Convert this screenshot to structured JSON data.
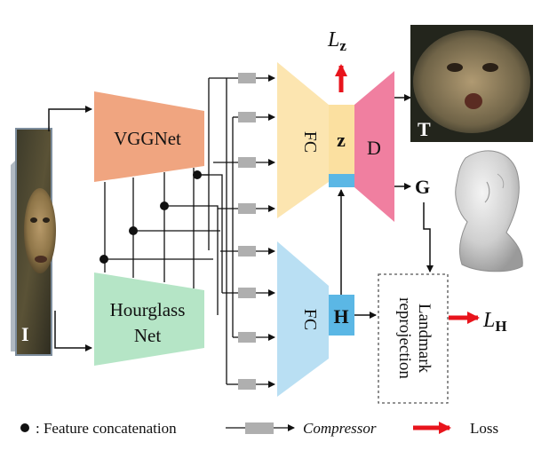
{
  "nodes": {
    "input": {
      "label": "I"
    },
    "vggnet": {
      "label": "VGGNet",
      "color": "#F0A580"
    },
    "hourglass": {
      "label_line1": "Hourglass",
      "label_line2": "Net",
      "color": "#B5E5C6"
    },
    "fc_top": {
      "label": "FC",
      "color": "#FCE5B0"
    },
    "fc_bottom": {
      "label": "FC",
      "color": "#B9DFF3"
    },
    "z": {
      "label": "z",
      "color": "#FBE0A0"
    },
    "h": {
      "label": "H",
      "color": "#5BB7E5"
    },
    "decoder": {
      "label": "D",
      "color": "#F07FA0"
    },
    "texture": {
      "label": "T"
    },
    "geometry": {
      "label": "G"
    },
    "landmark": {
      "label_line1": "Landmark",
      "label_line2": "reprojection"
    }
  },
  "losses": {
    "lz_main": "L",
    "lz_sub": "z",
    "lh_main": "L",
    "lh_sub": "H",
    "color": "#E8141C"
  },
  "legend": {
    "concat": ": Feature concatenation",
    "compressor": "Compressor",
    "loss": "Loss"
  },
  "compressor_color": "#AFAFAF"
}
